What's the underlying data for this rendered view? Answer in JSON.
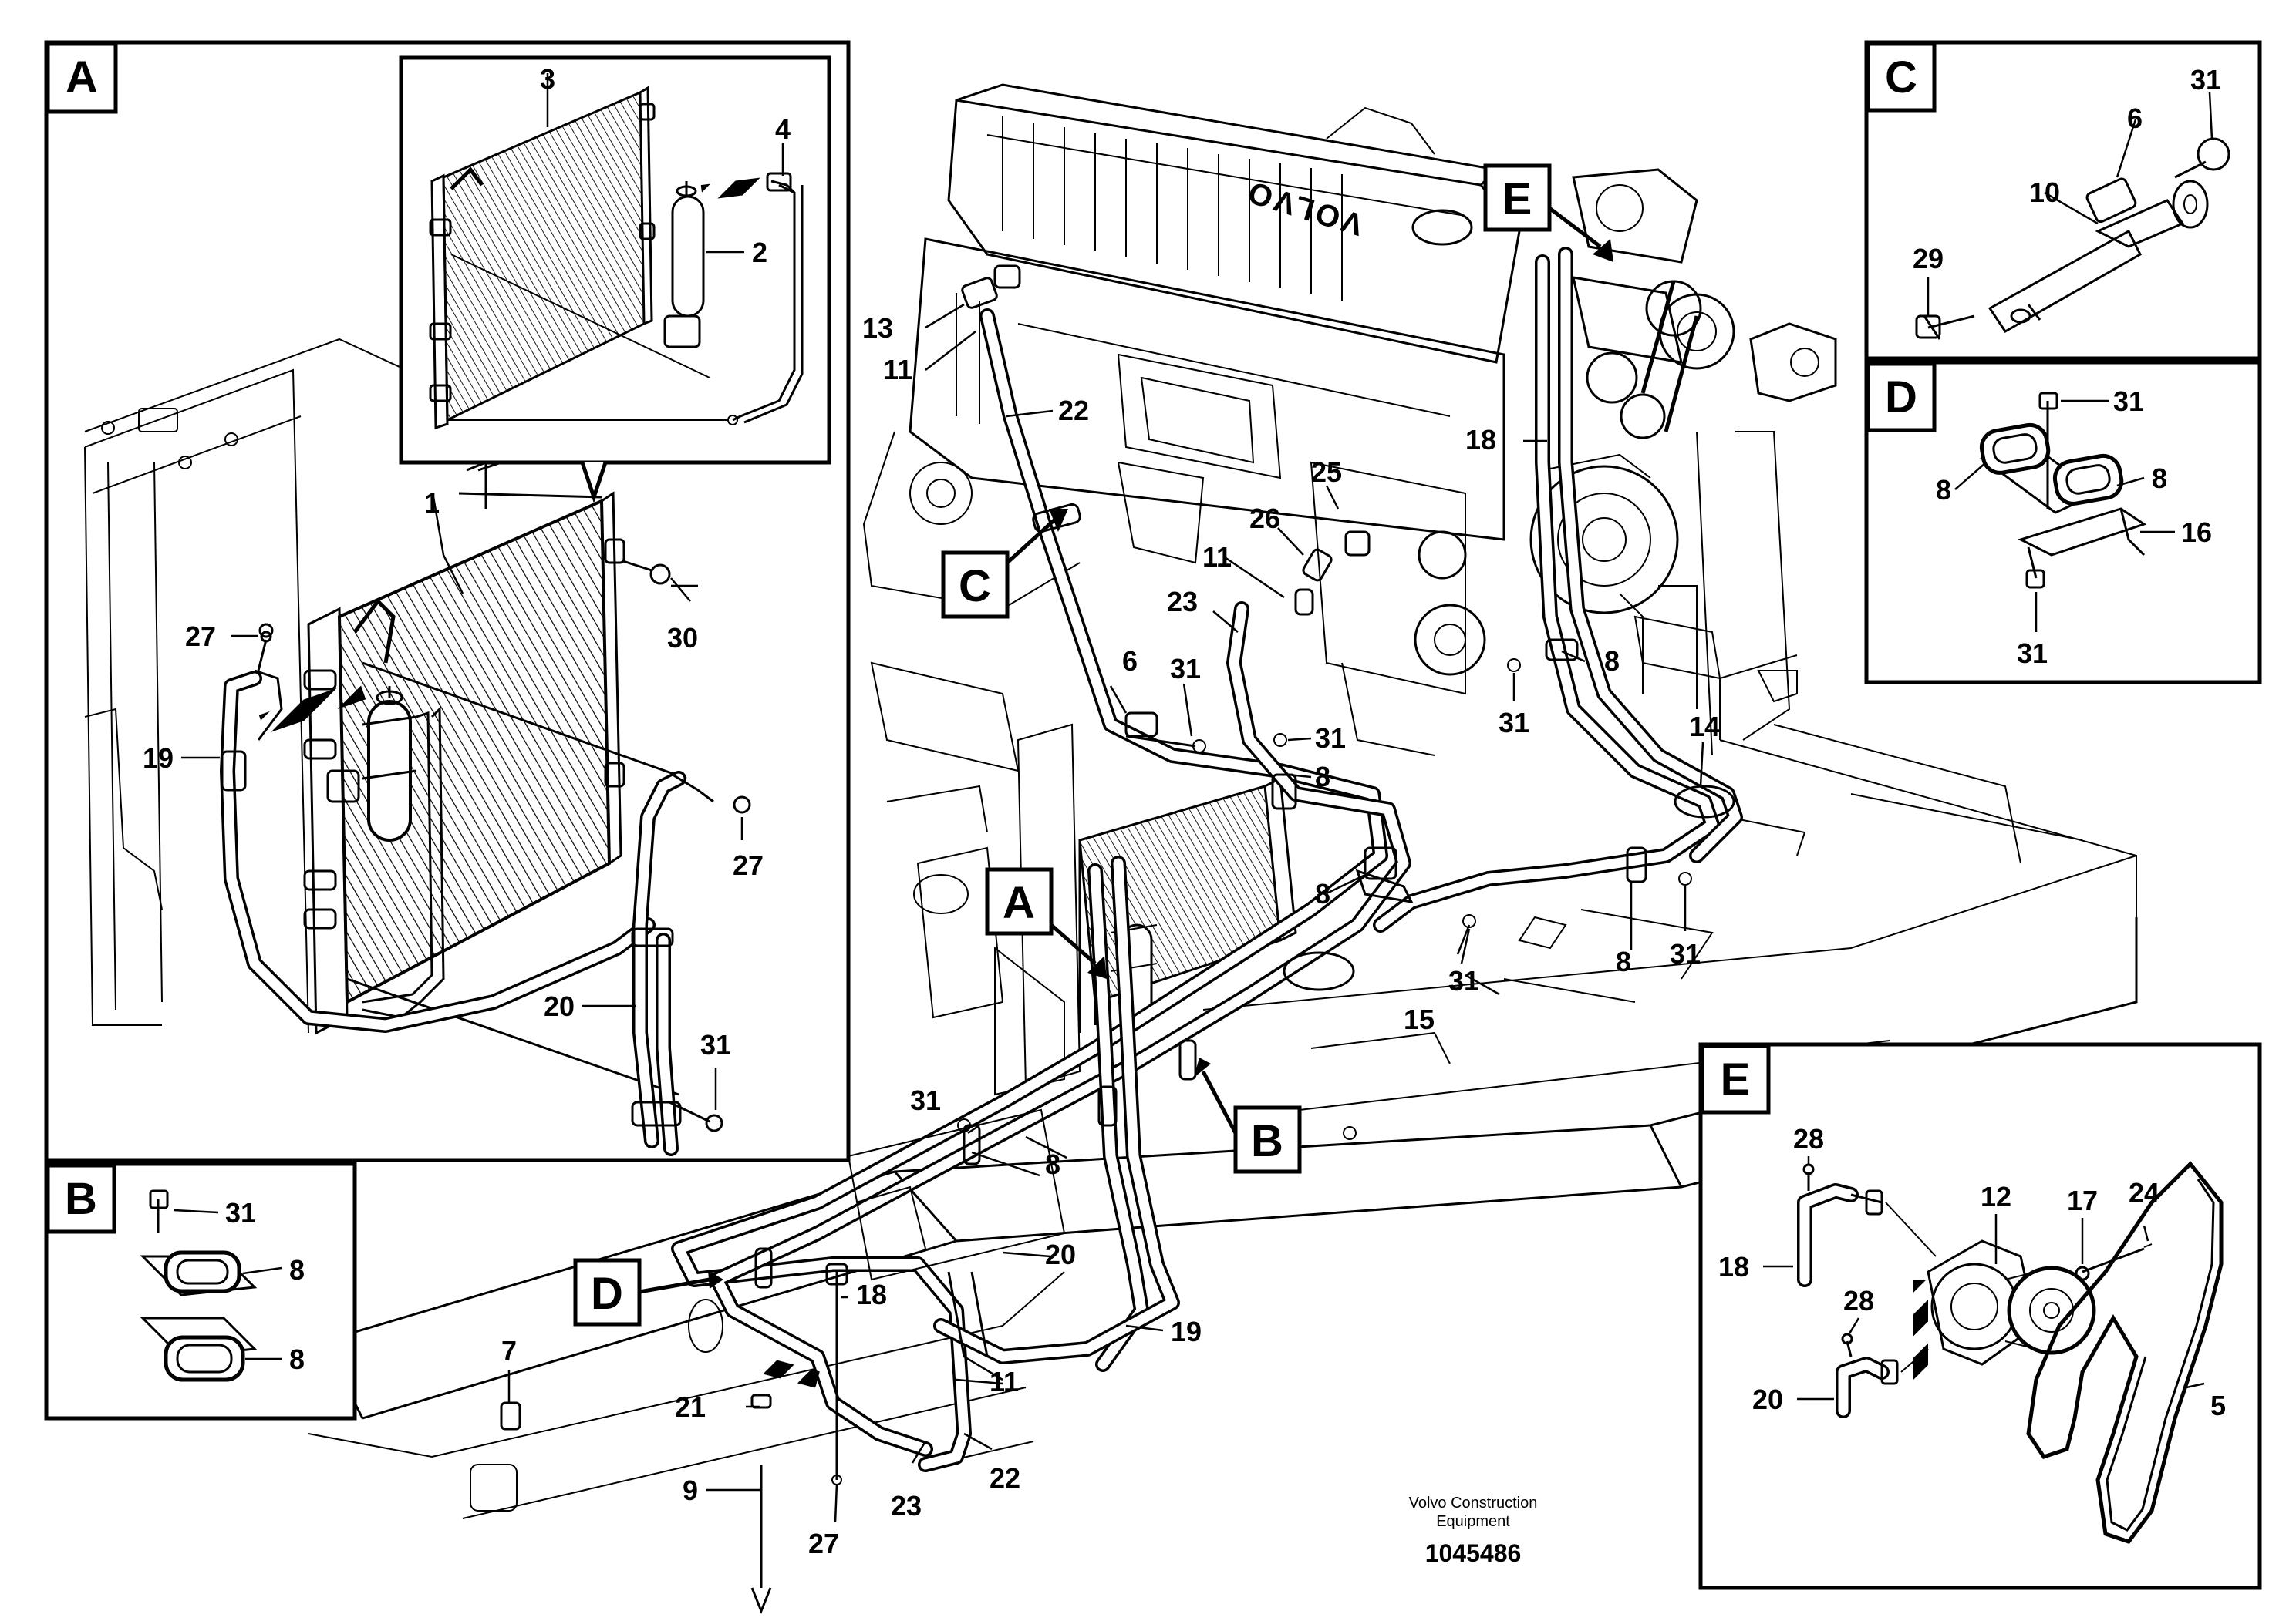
{
  "views": {
    "A": "A",
    "B": "B",
    "C": "C",
    "D": "D",
    "E": "E"
  },
  "parts": {
    "p1": "1",
    "p2": "2",
    "p3": "3",
    "p4": "4",
    "p5": "5",
    "p6": "6",
    "p7": "7",
    "p8": "8",
    "p9": "9",
    "p10": "10",
    "p11": "11",
    "p12": "12",
    "p13": "13",
    "p14": "14",
    "p15": "15",
    "p16": "16",
    "p17": "17",
    "p18": "18",
    "p19": "19",
    "p20": "20",
    "p21": "21",
    "p22": "22",
    "p23": "23",
    "p24": "24",
    "p25": "25",
    "p26": "26",
    "p27": "27",
    "p28": "28",
    "p29": "29",
    "p30": "30",
    "p31": "31"
  },
  "engine_brand": "VOLVO",
  "credit": {
    "line1": "Volvo Construction",
    "line2": "Equipment"
  },
  "doc_number": "1045486"
}
